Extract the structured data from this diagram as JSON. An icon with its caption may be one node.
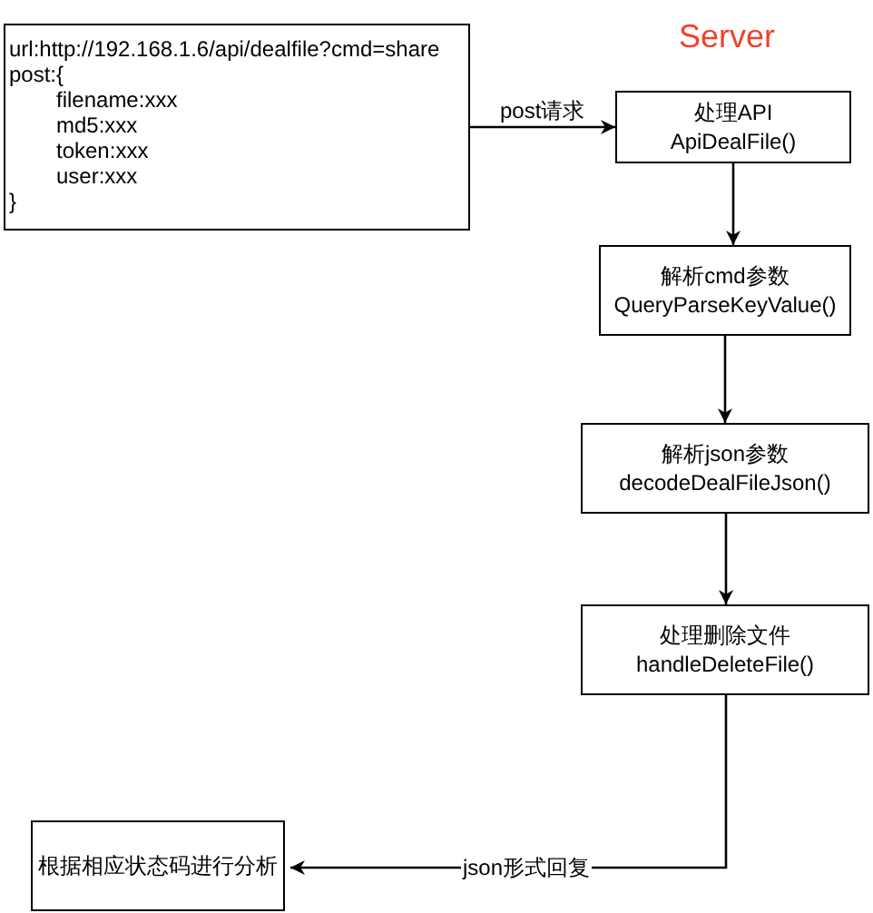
{
  "diagram": {
    "nodes": [
      {
        "text": [
          "url:http://192.168.1.6/api/dealfile?cmd=share",
          "post:{",
          "filename:xxx",
          "md5:xxx",
          "token:xxx",
          "user:xxx",
          "}"
        ]
      },
      {
        "text": [
          "处理API",
          "ApiDealFile()"
        ]
      },
      {
        "text": [
          "解析cmd参数",
          "QueryParseKeyValue()"
        ]
      },
      {
        "text": [
          "解析json参数",
          "decodeDealFileJson()"
        ]
      },
      {
        "text": [
          "处理删除文件",
          "handleDeleteFile()"
        ]
      },
      {
        "text": [
          "根据相应状态码进行分析"
        ]
      }
    ],
    "edges": [
      {
        "from": 0,
        "to": 1,
        "arrow": "to",
        "label": "post请求"
      },
      {
        "from": 1,
        "to": 2,
        "arrow": "to"
      },
      {
        "from": 2,
        "to": 3,
        "arrow": "to"
      },
      {
        "from": 3,
        "to": 4,
        "arrow": "to"
      },
      {
        "from": 4,
        "to": 5,
        "arrow": "to",
        "label": "json形式回复"
      }
    ],
    "labels": [
      "Server"
    ]
  }
}
